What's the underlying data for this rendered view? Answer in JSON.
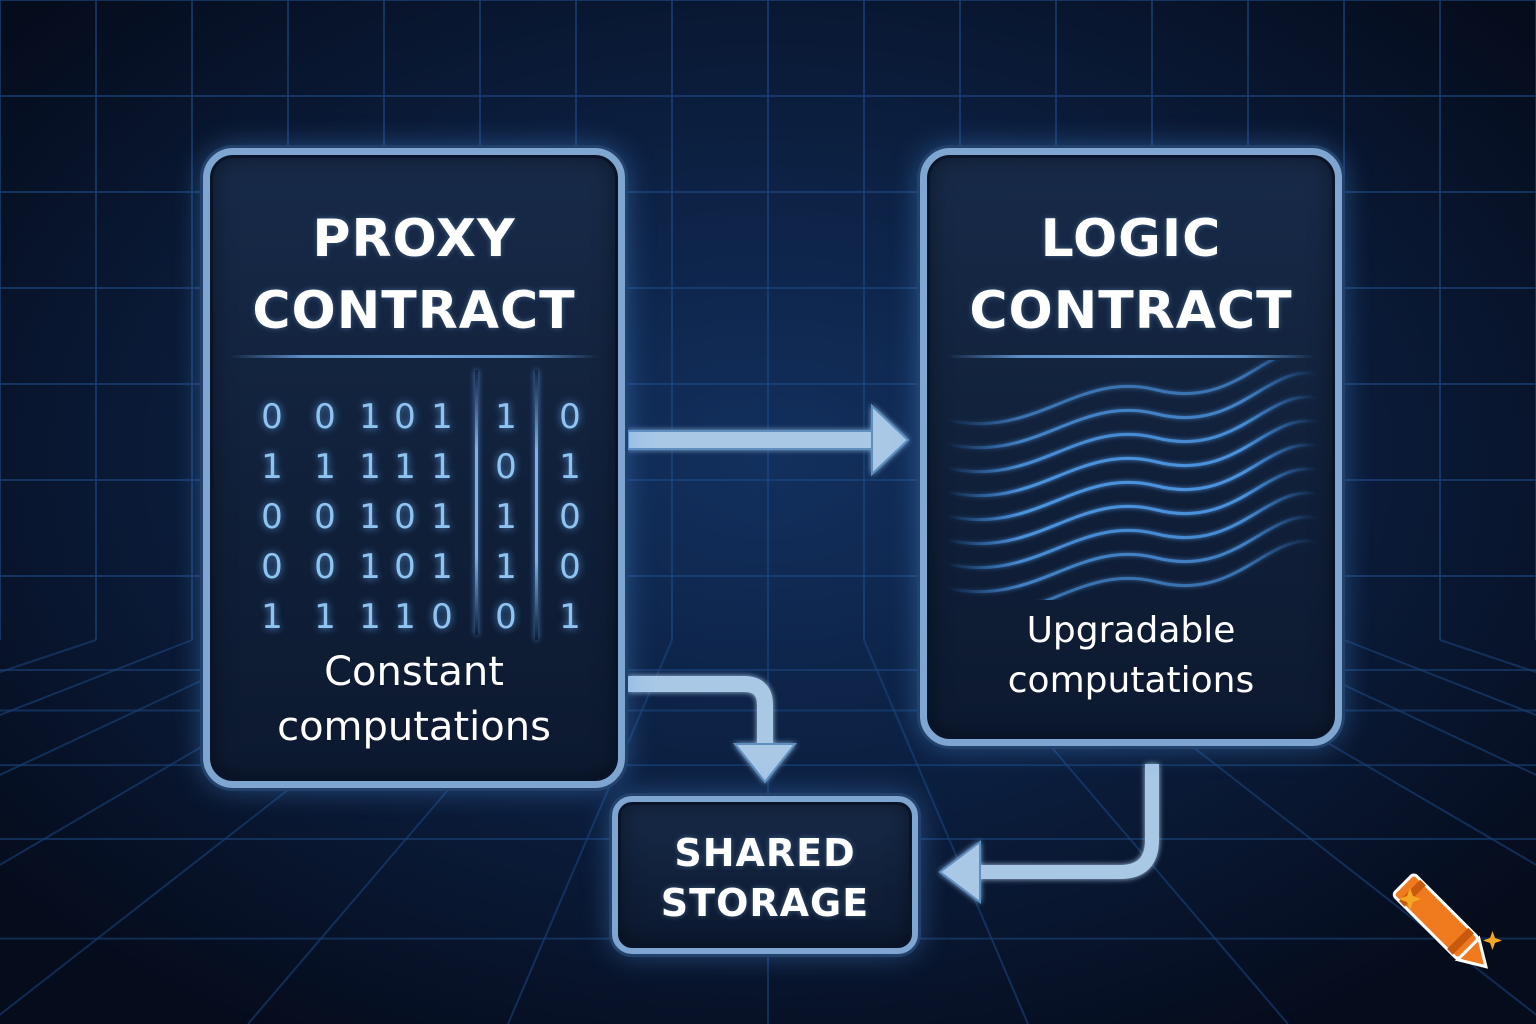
{
  "proxy_contract": {
    "title_line1": "PROXY",
    "title_line2": "CONTRACT",
    "binary_rows": [
      [
        "0",
        "0",
        "1",
        "0",
        "1",
        "1",
        "0"
      ],
      [
        "1",
        "1",
        "1",
        "1",
        "1",
        "0",
        "1"
      ],
      [
        "0",
        "0",
        "1",
        "0",
        "1",
        "1",
        "0"
      ],
      [
        "0",
        "0",
        "1",
        "0",
        "1",
        "1",
        "0"
      ],
      [
        "1",
        "1",
        "1",
        "1",
        "0",
        "0",
        "1"
      ]
    ],
    "caption_line1": "Constant",
    "caption_line2": "computations"
  },
  "logic_contract": {
    "title_line1": "LOGIC",
    "title_line2": "CONTRACT",
    "caption_line1": "Upgradable",
    "caption_line2": "computations"
  },
  "shared_storage": {
    "label_line1": "SHARED",
    "label_line2": "STORAGE"
  },
  "connectors": [
    {
      "from": "proxy_contract",
      "to": "logic_contract"
    },
    {
      "from": "proxy_contract",
      "to": "shared_storage"
    },
    {
      "from": "logic_contract",
      "to": "shared_storage"
    }
  ],
  "logo_icon": "crayon-icon",
  "colors": {
    "background": "#08142a",
    "grid_line": "#1f4a86",
    "card_border": "#7ea6d0",
    "accent_blue": "#4f9ae8",
    "crayon_orange": "#f07a1e"
  }
}
